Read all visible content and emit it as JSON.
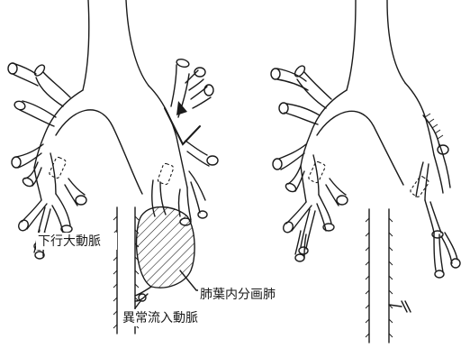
{
  "labels": {
    "descending_aorta": "下行大動脈",
    "intralobar_sequestration": "肺葉内分画肺",
    "anomalous_artery": "異常流入動脈"
  },
  "colors": {
    "ink": "#1a1a1a",
    "paper": "#ffffff"
  }
}
